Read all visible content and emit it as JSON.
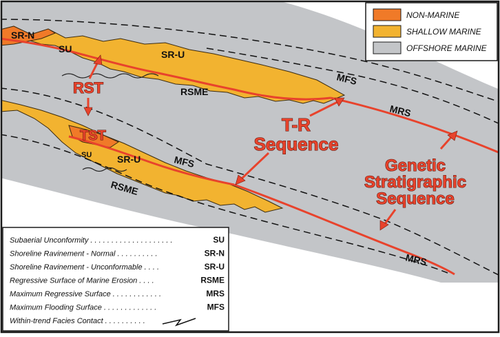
{
  "colors": {
    "non_marine": "#f07a28",
    "shallow_marine": "#f2b330",
    "offshore_marine": "#c3c5c8",
    "surface_line": "#e8432c",
    "frame": "#1a1a1a"
  },
  "top_legend": {
    "items": [
      {
        "label": "NON-MARINE",
        "color": "#f07a28"
      },
      {
        "label": "SHALLOW MARINE",
        "color": "#f2b330"
      },
      {
        "label": "OFFSHORE MARINE",
        "color": "#c3c5c8"
      }
    ]
  },
  "diagram": {
    "upper_labels": {
      "srn": "SR-N",
      "su": "SU",
      "sru": "SR-U",
      "rsme": "RSME",
      "mfs": "MFS",
      "mrs": "MRS"
    },
    "lower_labels": {
      "su": "SU",
      "sru": "SR-U",
      "mfs": "MFS",
      "rsme": "RSME",
      "mrs": "MRS"
    },
    "callouts": {
      "rst": "RST",
      "tst": "TST",
      "tr_line1": "T-R",
      "tr_line2": "Sequence",
      "gen_line1": "Genetic",
      "gen_line2": "Stratigraphic",
      "gen_line3": "Sequence"
    }
  },
  "bottom_legend": {
    "rows": [
      {
        "term": "Subaerial Unconformity",
        "dots": " . . . . . . . . . . . . . . . . . . . . ",
        "abbr": "SU"
      },
      {
        "term": "Shoreline Ravinement - Normal",
        "dots": " . . . . . . . . . . ",
        "abbr": "SR-N"
      },
      {
        "term": "Shoreline Ravinement - Unconformable",
        "dots": " . . . . ",
        "abbr": "SR-U"
      },
      {
        "term": "Regressive Surface of Marine Erosion",
        "dots": " . . . . ",
        "abbr": "RSME"
      },
      {
        "term": "Maximum Regressive Surface",
        "dots": " . . . . . . . . . . . . ",
        "abbr": "MRS"
      },
      {
        "term": "Maximum Flooding Surface",
        "dots": " . . . . . . . . . . . . . ",
        "abbr": "MFS"
      },
      {
        "term": "Within-trend Facies Contact",
        "dots": " . . . . . . . . . . ",
        "abbr": ""
      }
    ]
  }
}
